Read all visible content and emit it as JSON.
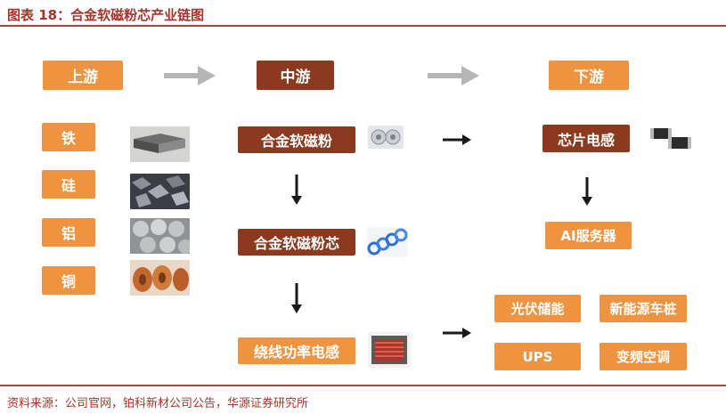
{
  "title": "图表 18：合金软磁粉芯产业链图",
  "source": "资料来源：公司官网，铂科新材公司公告，华源证券研究所",
  "stages": {
    "upstream": "上游",
    "midstream": "中游",
    "downstream": "下游"
  },
  "upstream_materials": [
    "铁",
    "硅",
    "铝",
    "铜"
  ],
  "midstream_steps": [
    "合金软磁粉",
    "合金软磁粉芯",
    "绕线功率电感"
  ],
  "downstream": {
    "chip_inductor": "芯片电感",
    "ai_server": "AI服务器",
    "applications": [
      "光伏储能",
      "新能源车桩",
      "UPS",
      "变频空调"
    ]
  },
  "colors": {
    "title": "#a8332a",
    "stage_orange": "#ee9440",
    "midstream_brown": "#8c3a1f",
    "arrow_gray": "#b5b5b5",
    "arrow_black": "#1a1a1a"
  }
}
